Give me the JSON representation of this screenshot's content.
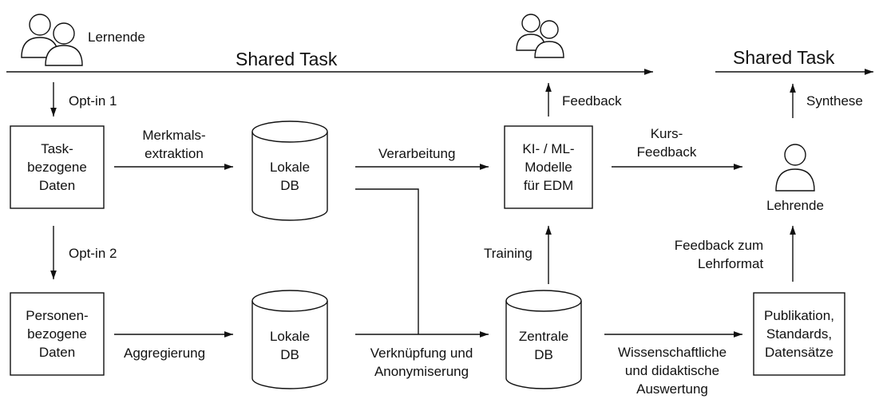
{
  "actors": {
    "learners": "Lernende",
    "teachers": "Lehrende"
  },
  "shared_task": {
    "left": "Shared Task",
    "right": "Shared Task"
  },
  "boxes": {
    "task_data": [
      "Task-",
      "bezogene",
      "Daten"
    ],
    "person_data": [
      "Personen-",
      "bezogene",
      "Daten"
    ],
    "models": [
      "KI- / ML-",
      "Modelle",
      "für EDM"
    ],
    "publication": [
      "Publikation,",
      "Standards,",
      "Datensätze"
    ]
  },
  "databases": {
    "local_top": [
      "Lokale",
      "DB"
    ],
    "local_bottom": [
      "Lokale",
      "DB"
    ],
    "central": [
      "Zentrale",
      "DB"
    ]
  },
  "edges": {
    "opt_in_1": "Opt-in 1",
    "opt_in_2": "Opt-in 2",
    "feature_extraction": [
      "Merkmals-",
      "extraktion"
    ],
    "aggregation": "Aggregierung",
    "processing": "Verarbeitung",
    "linking": [
      "Verknüpfung und",
      "Anonymiserung"
    ],
    "training": "Training",
    "feedback": "Feedback",
    "course_feedback": [
      "Kurs-",
      "Feedback"
    ],
    "evaluation": [
      "Wissenschaftliche",
      "und didaktische",
      "Auswertung"
    ],
    "format_feedback": [
      "Feedback zum",
      "Lehrformat"
    ],
    "synthesis": "Synthese"
  }
}
